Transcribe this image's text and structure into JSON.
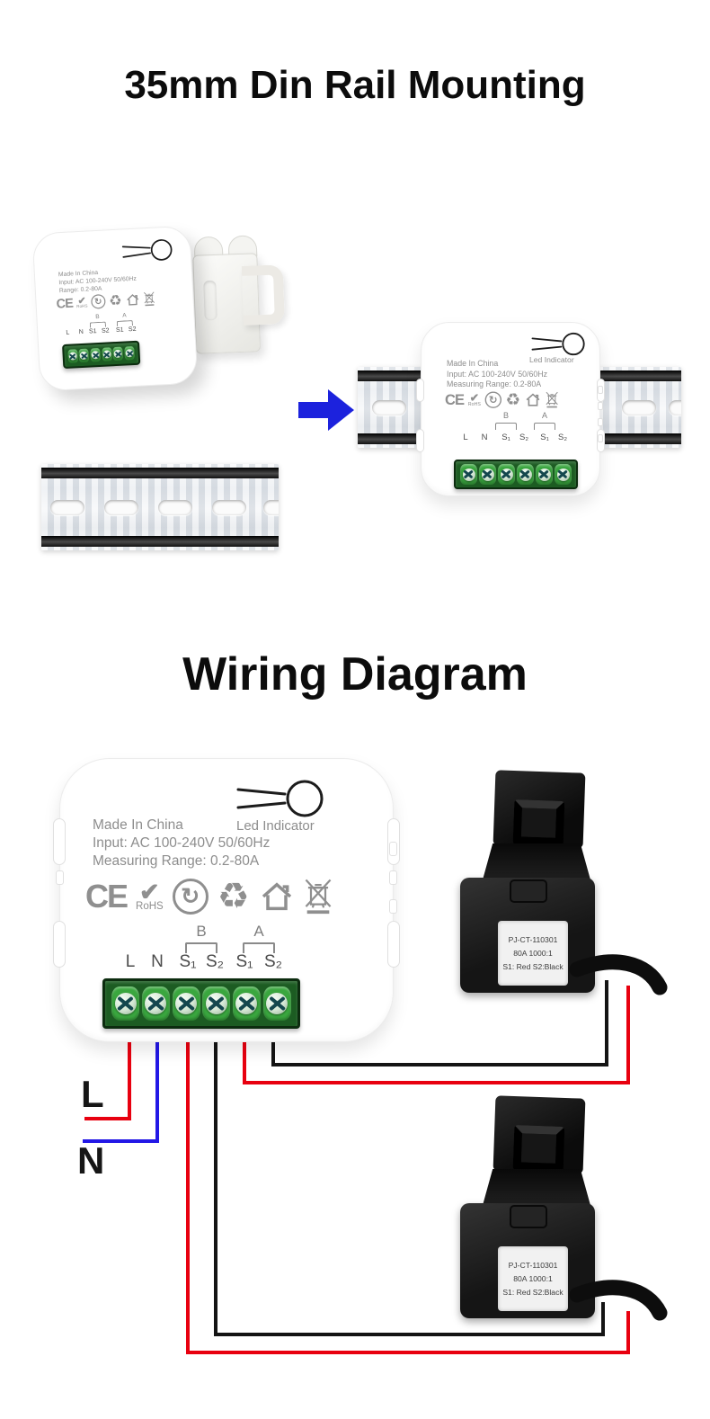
{
  "palette": {
    "accent_arrow_blue": "#1c22dd",
    "wire_red": "#e8000f",
    "wire_blue": "#2318e6",
    "wire_black": "#141414",
    "terminal_cell_green": "#3aa73f",
    "terminal_frame_green": "#1c5c22",
    "device_print_gray": "#8d8d8d"
  },
  "glyphs": {
    "ce": "CE",
    "check": "✔",
    "rohs": "RoHS",
    "recycle": "♻",
    "circular_arrow": "↻"
  },
  "mounting_section": {
    "title": "35mm Din Rail Mounting",
    "small_device": {
      "made_in": "Made In China",
      "input": "Input: AC 100-240V 50/60Hz",
      "range": "Range: 0.2-80A",
      "group_b": "B",
      "group_a": "A",
      "terminals": [
        "L",
        "N",
        "S1",
        "S2",
        "S1",
        "S2"
      ]
    },
    "mounted_device": {
      "led_label": "Led Indicator",
      "made_in": "Made In China",
      "input": "Input: AC 100-240V 50/60Hz",
      "range": "Measuring Range: 0.2-80A",
      "group_b": "B",
      "group_a": "A",
      "terminals": [
        "L",
        "N",
        "S₁",
        "S₂",
        "S₁",
        "S₂"
      ]
    }
  },
  "wiring_section": {
    "title": "Wiring Diagram",
    "device": {
      "led_label": "Led Indicator",
      "made_in": "Made In China",
      "input": "Input: AC 100-240V 50/60Hz",
      "range": "Measuring Range: 0.2-80A",
      "group_b": "B",
      "group_a": "A",
      "terminals": [
        "L",
        "N",
        "S₁",
        "S₂",
        "S₁",
        "S₂"
      ]
    },
    "line_label": "L",
    "neutral_label": "N",
    "ct_clamp": {
      "model": "PJ-CT-110301",
      "rating": "80A 1000:1",
      "wire_note": "S1: Red  S2:Black"
    }
  }
}
